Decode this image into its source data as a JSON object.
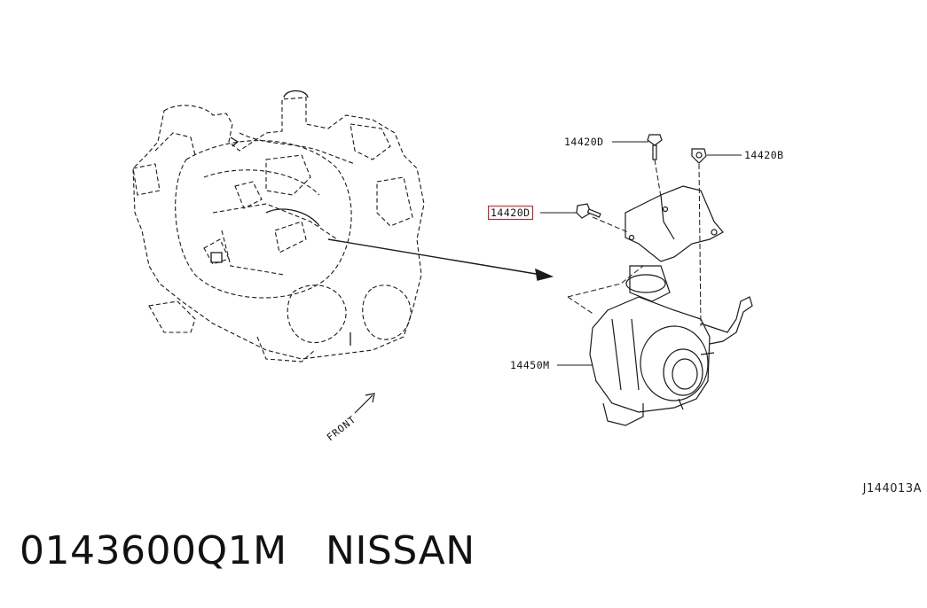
{
  "diagram": {
    "callouts": {
      "bolt_top": "14420D",
      "nut_right": "14420B",
      "bolt_left": "14420D",
      "turbo": "14450M"
    },
    "front_label": "FRONT",
    "reference_code": "J144013A"
  },
  "caption": {
    "part_number": "0143600Q1M",
    "brand": "NISSAN"
  },
  "colors": {
    "highlight": "#e8121b",
    "line": "#1a1a1a"
  }
}
